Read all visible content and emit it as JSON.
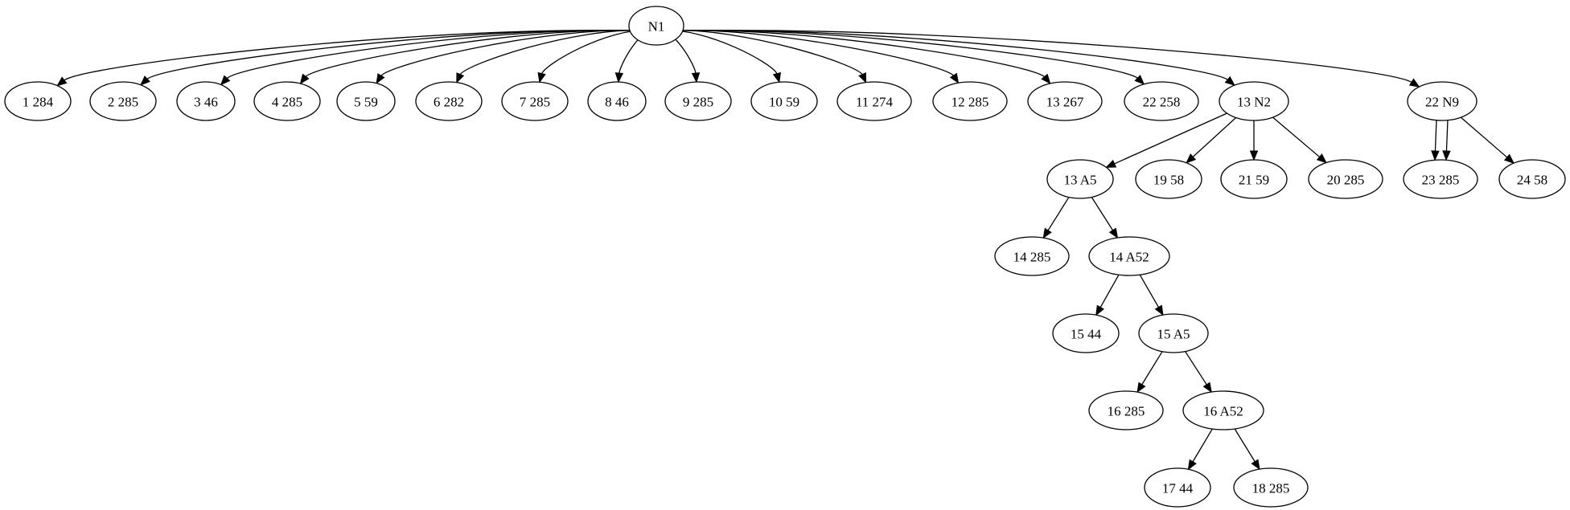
{
  "graph": {
    "nodes": [
      {
        "id": "N1",
        "label": "N1"
      },
      {
        "id": "a1",
        "label": "1 284"
      },
      {
        "id": "a2",
        "label": "2 285"
      },
      {
        "id": "a3",
        "label": "3 46"
      },
      {
        "id": "a4",
        "label": "4 285"
      },
      {
        "id": "a5",
        "label": "5 59"
      },
      {
        "id": "a6",
        "label": "6 282"
      },
      {
        "id": "a7",
        "label": "7 285"
      },
      {
        "id": "a8",
        "label": "8 46"
      },
      {
        "id": "a9",
        "label": "9 285"
      },
      {
        "id": "a10",
        "label": "10 59"
      },
      {
        "id": "a11",
        "label": "11 274"
      },
      {
        "id": "a12",
        "label": "12 285"
      },
      {
        "id": "a13",
        "label": "13 267"
      },
      {
        "id": "a22",
        "label": "22 258"
      },
      {
        "id": "N2",
        "label": "13 N2"
      },
      {
        "id": "N9",
        "label": "22 N9"
      },
      {
        "id": "A5a",
        "label": "13 A5"
      },
      {
        "id": "b19",
        "label": "19 58"
      },
      {
        "id": "b21",
        "label": "21 59"
      },
      {
        "id": "b20",
        "label": "20 285"
      },
      {
        "id": "c23",
        "label": "23 285"
      },
      {
        "id": "c24",
        "label": "24 58"
      },
      {
        "id": "d14",
        "label": "14 285"
      },
      {
        "id": "A52a",
        "label": "14 A52"
      },
      {
        "id": "e15",
        "label": "15 44"
      },
      {
        "id": "A5b",
        "label": "15 A5"
      },
      {
        "id": "f16",
        "label": "16 285"
      },
      {
        "id": "A52b",
        "label": "16 A52"
      },
      {
        "id": "g17",
        "label": "17 44"
      },
      {
        "id": "g18",
        "label": "18 285"
      }
    ],
    "edges": [
      [
        "N1",
        "a1"
      ],
      [
        "N1",
        "a2"
      ],
      [
        "N1",
        "a3"
      ],
      [
        "N1",
        "a4"
      ],
      [
        "N1",
        "a5"
      ],
      [
        "N1",
        "a6"
      ],
      [
        "N1",
        "a7"
      ],
      [
        "N1",
        "a8"
      ],
      [
        "N1",
        "a9"
      ],
      [
        "N1",
        "a10"
      ],
      [
        "N1",
        "a11"
      ],
      [
        "N1",
        "a12"
      ],
      [
        "N1",
        "a13"
      ],
      [
        "N1",
        "a22"
      ],
      [
        "N1",
        "N2"
      ],
      [
        "N1",
        "N9"
      ],
      [
        "N2",
        "A5a"
      ],
      [
        "N2",
        "b19"
      ],
      [
        "N2",
        "b21"
      ],
      [
        "N2",
        "b20"
      ],
      [
        "N9",
        "c23"
      ],
      [
        "N9",
        "c23"
      ],
      [
        "N9",
        "c24"
      ],
      [
        "A5a",
        "d14"
      ],
      [
        "A5a",
        "A52a"
      ],
      [
        "A52a",
        "e15"
      ],
      [
        "A52a",
        "A5b"
      ],
      [
        "A5b",
        "f16"
      ],
      [
        "A5b",
        "A52b"
      ],
      [
        "A52b",
        "g17"
      ],
      [
        "A52b",
        "g18"
      ]
    ]
  }
}
